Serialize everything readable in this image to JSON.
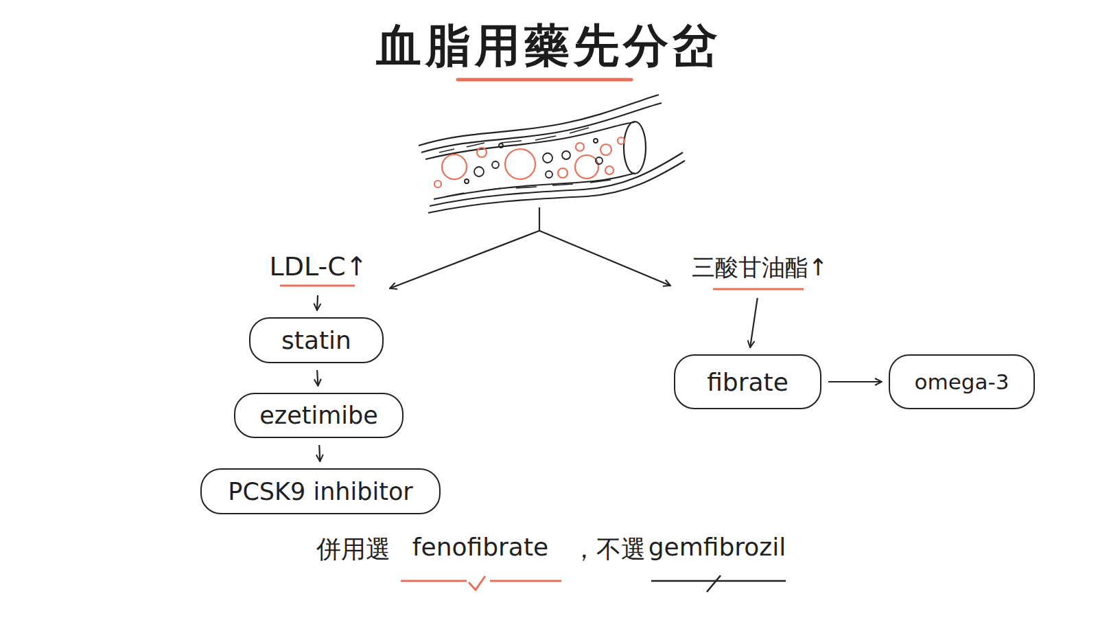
{
  "diagram": {
    "title": "血脂用藥先分岔",
    "nodes": [
      {
        "text": [
          "LDL-C↑"
        ]
      },
      {
        "text": [
          "statin"
        ]
      },
      {
        "text": [
          "ezetimibe"
        ]
      },
      {
        "text": [
          "PCSK9 inhibitor"
        ]
      },
      {
        "text": [
          "三酸甘油酯↑"
        ]
      },
      {
        "text": [
          "fibrate"
        ]
      },
      {
        "text": [
          "omega-3"
        ]
      }
    ],
    "edges": [
      {
        "from": 0,
        "to": 1,
        "arrow": "to"
      },
      {
        "from": 1,
        "to": 2,
        "arrow": "to"
      },
      {
        "from": 2,
        "to": 3,
        "arrow": "to"
      },
      {
        "from": 4,
        "to": 5,
        "arrow": "to"
      },
      {
        "from": 5,
        "to": 6,
        "arrow": "to"
      }
    ],
    "labels": [
      "併用選",
      "fenofibrate",
      "，不選",
      "gemfibrozil"
    ]
  }
}
